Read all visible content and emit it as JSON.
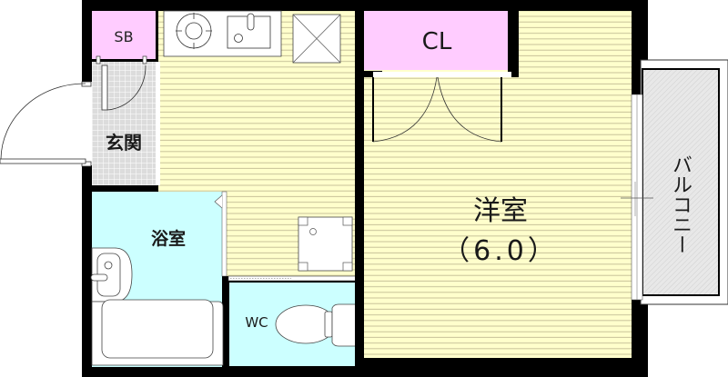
{
  "floor_plan": {
    "rooms": [
      {
        "id": "sb",
        "label": "SB",
        "fill": "#ffccff"
      },
      {
        "id": "cl",
        "label": "CL",
        "fill": "#ffccff"
      },
      {
        "id": "genkan",
        "label": "玄関",
        "fill": "#dcdcdc"
      },
      {
        "id": "bath",
        "label": "浴室",
        "fill": "#ccffff"
      },
      {
        "id": "wc",
        "label": "WC",
        "fill": "#ccffff"
      },
      {
        "id": "western_room",
        "label": "洋室",
        "size": "（6.0）",
        "fill": "#ffffcc"
      },
      {
        "id": "balcony",
        "label": "バルコニー",
        "fill": "#e6e6e6"
      }
    ],
    "fixtures": [
      "gas-stove",
      "kitchen-sink",
      "refrigerator-space",
      "washing-machine-pan",
      "bathtub",
      "wash-basin",
      "toilet",
      "closet-double-doors",
      "entry-door",
      "sliding-window"
    ],
    "colors": {
      "wall": "#000000",
      "flooring": "#ffffcc",
      "flooring_line": "#c8c39a",
      "storage": "#ffccff",
      "wet_area": "#ccffff",
      "entry_tile": "#dcdcdc",
      "balcony": "#e6e6e6"
    }
  }
}
